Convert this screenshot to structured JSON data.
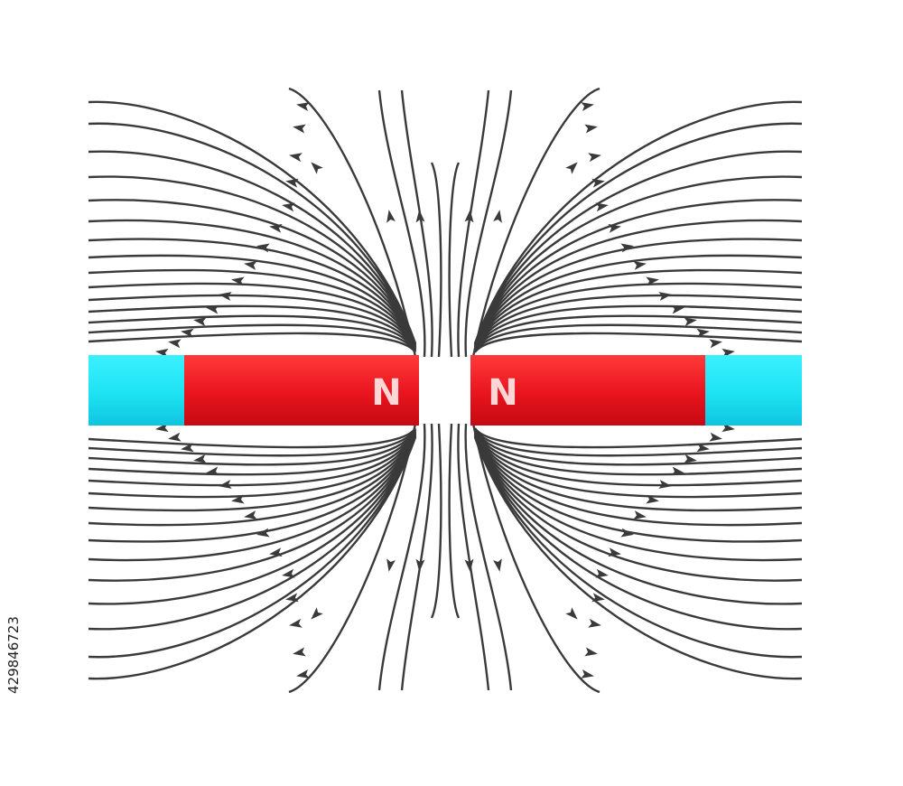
{
  "diagram": {
    "left_magnet": {
      "pole_label": "N",
      "north_color": "#e8141e",
      "south_color": "#1ee3f2"
    },
    "right_magnet": {
      "pole_label": "N",
      "north_color": "#e8141e",
      "south_color": "#1ee3f2"
    },
    "field_line_color": "#3a3a3a",
    "label_color": "#ffd6d6"
  },
  "watermark": {
    "stock_id": "429846723"
  }
}
